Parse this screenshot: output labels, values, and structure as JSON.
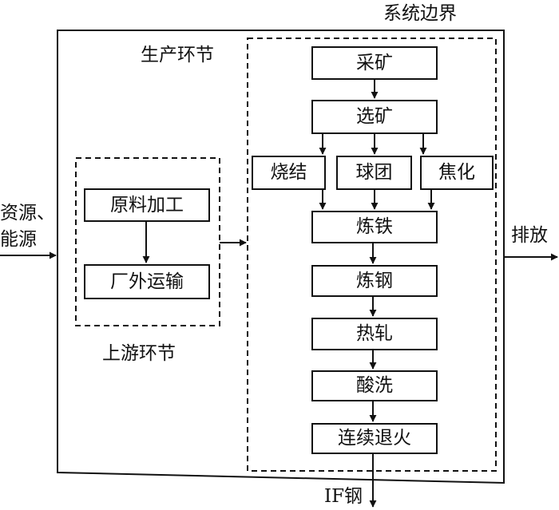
{
  "labels": {
    "system_boundary": "系统边界",
    "production_stage": "生产环节",
    "upstream_stage": "上游环节",
    "input_line1": "资源、",
    "input_line2": "能源",
    "output": "排放",
    "product": "IF钢"
  },
  "upstream_steps": [
    "原料加工",
    "厂外运输"
  ],
  "production_steps": {
    "mining": "采矿",
    "beneficiation": "选矿",
    "sintering": "烧结",
    "pelletizing": "球团",
    "coking": "焦化",
    "ironmaking": "炼铁",
    "steelmaking": "炼钢",
    "hot_rolling": "热轧",
    "pickling": "酸洗",
    "continuous_annealing": "连续退火"
  }
}
